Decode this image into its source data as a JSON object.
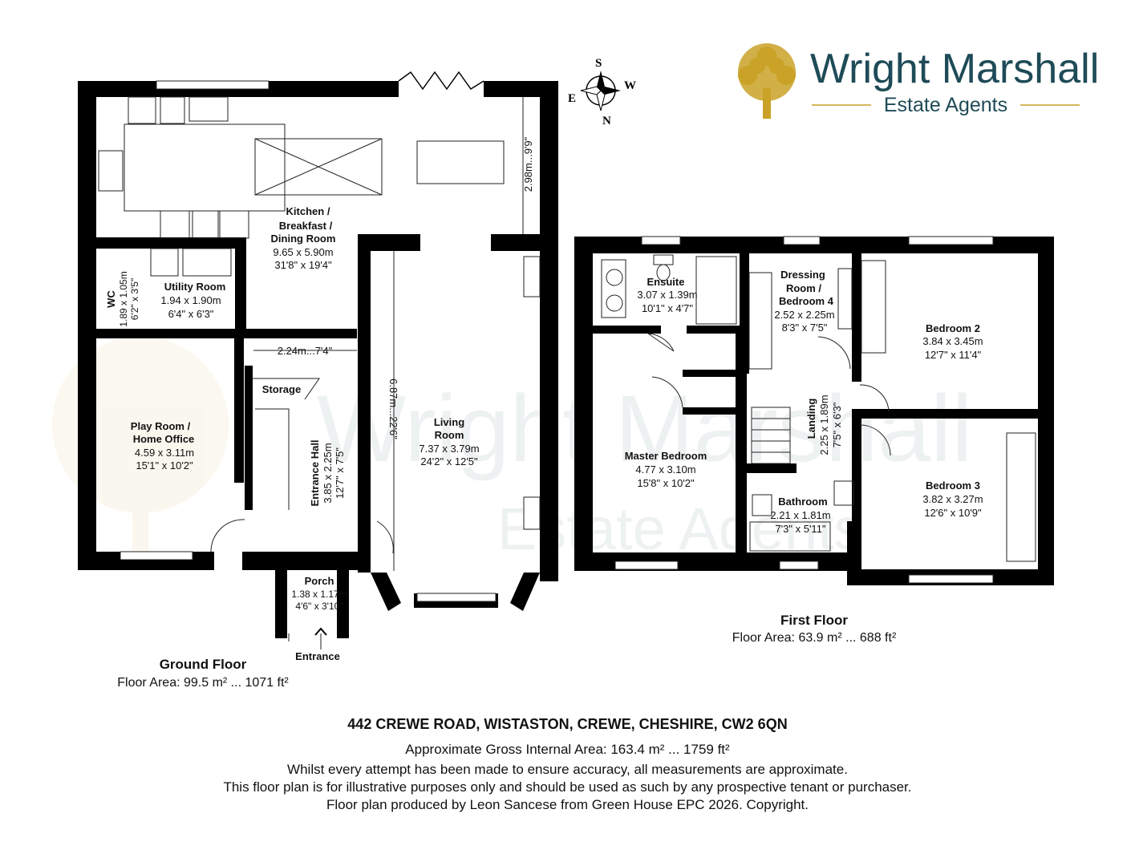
{
  "brand": {
    "name": "Wright Marshall",
    "tagline": "Estate Agents",
    "color_primary": "#1e4b57",
    "color_accent": "#c9a227",
    "icon": "tree-logo-icon"
  },
  "compass": {
    "s": "S",
    "w": "W",
    "e": "E",
    "n": "N",
    "icon": "compass-icon"
  },
  "ground_floor": {
    "title": "Ground Floor",
    "area": "Floor Area: 99.5 m² ... 1071 ft²",
    "rooms": {
      "kitchen": {
        "name": [
          "Kitchen /",
          "Breakfast /",
          "Dining Room"
        ],
        "metric": "9.65 x 5.90m",
        "imperial": "31'8\" x 19'4\""
      },
      "utility": {
        "name": [
          "Utility Room"
        ],
        "metric": "1.94 x 1.90m",
        "imperial": "6'4\" x 6'3\""
      },
      "wc": {
        "name": "WC",
        "metric": "1.89 x 1.05m",
        "imperial": "6'2\" x 3'5\""
      },
      "play": {
        "name": [
          "Play Room /",
          "Home Office"
        ],
        "metric": "4.59 x 3.11m",
        "imperial": "15'1\" x 10'2\""
      },
      "storage": {
        "name": "Storage"
      },
      "hall": {
        "name": "Entrance Hall",
        "metric": "3.85 x 2.25m",
        "imperial": "12'7\" x 7'5\""
      },
      "living": {
        "name": [
          "Living",
          "Room"
        ],
        "metric": "7.37 x 3.79m",
        "imperial": "24'2\" x 12'5\""
      },
      "porch": {
        "name": [
          "Porch"
        ],
        "metric": "1.38 x 1.17m",
        "imperial": "4'6\" x 3'10\""
      },
      "entrance": "Entrance"
    },
    "dims": {
      "kitchen_depth": "2.98m...9'9\"",
      "hall_width": "2.24m...7'4\"",
      "living_length": "6.87m...22'6\""
    }
  },
  "first_floor": {
    "title": "First Floor",
    "area": "Floor Area: 63.9 m² ... 688 ft²",
    "rooms": {
      "ensuite": {
        "name": [
          "Ensuite"
        ],
        "metric": "3.07 x 1.39m",
        "imperial": "10'1\" x 4'7\""
      },
      "dressing": {
        "name": [
          "Dressing",
          "Room /",
          "Bedroom 4"
        ],
        "metric": "2.52 x 2.25m",
        "imperial": "8'3\" x 7'5\""
      },
      "bed2": {
        "name": [
          "Bedroom 2"
        ],
        "metric": "3.84 x 3.45m",
        "imperial": "12'7\" x 11'4\""
      },
      "landing": {
        "name": "Landing",
        "metric": "2.25 x 1.89m",
        "imperial": "7'5\" x 6'3\""
      },
      "master": {
        "name": [
          "Master Bedroom"
        ],
        "metric": "4.77 x 3.10m",
        "imperial": "15'8\" x 10'2\""
      },
      "bath": {
        "name": [
          "Bathroom"
        ],
        "metric": "2.21 x 1.81m",
        "imperial": "7'3\" x 5'11\""
      },
      "bed3": {
        "name": [
          "Bedroom 3"
        ],
        "metric": "3.82 x 3.27m",
        "imperial": "12'6\" x 10'9\""
      }
    }
  },
  "footer": {
    "address": "442 CREWE ROAD, WISTASTON, CREWE, CHESHIRE, CW2 6QN",
    "gross_area": "Approximate Gross Internal Area: 163.4 m² ... 1759 ft²",
    "disclaimer_1": "Whilst every attempt has been made to ensure accuracy, all measurements are approximate.",
    "disclaimer_2": "This floor plan is for illustrative purposes only and should be used as such by any prospective tenant or purchaser.",
    "credit": "Floor plan produced by Leon Sancese from Green House EPC 2026. Copyright."
  }
}
